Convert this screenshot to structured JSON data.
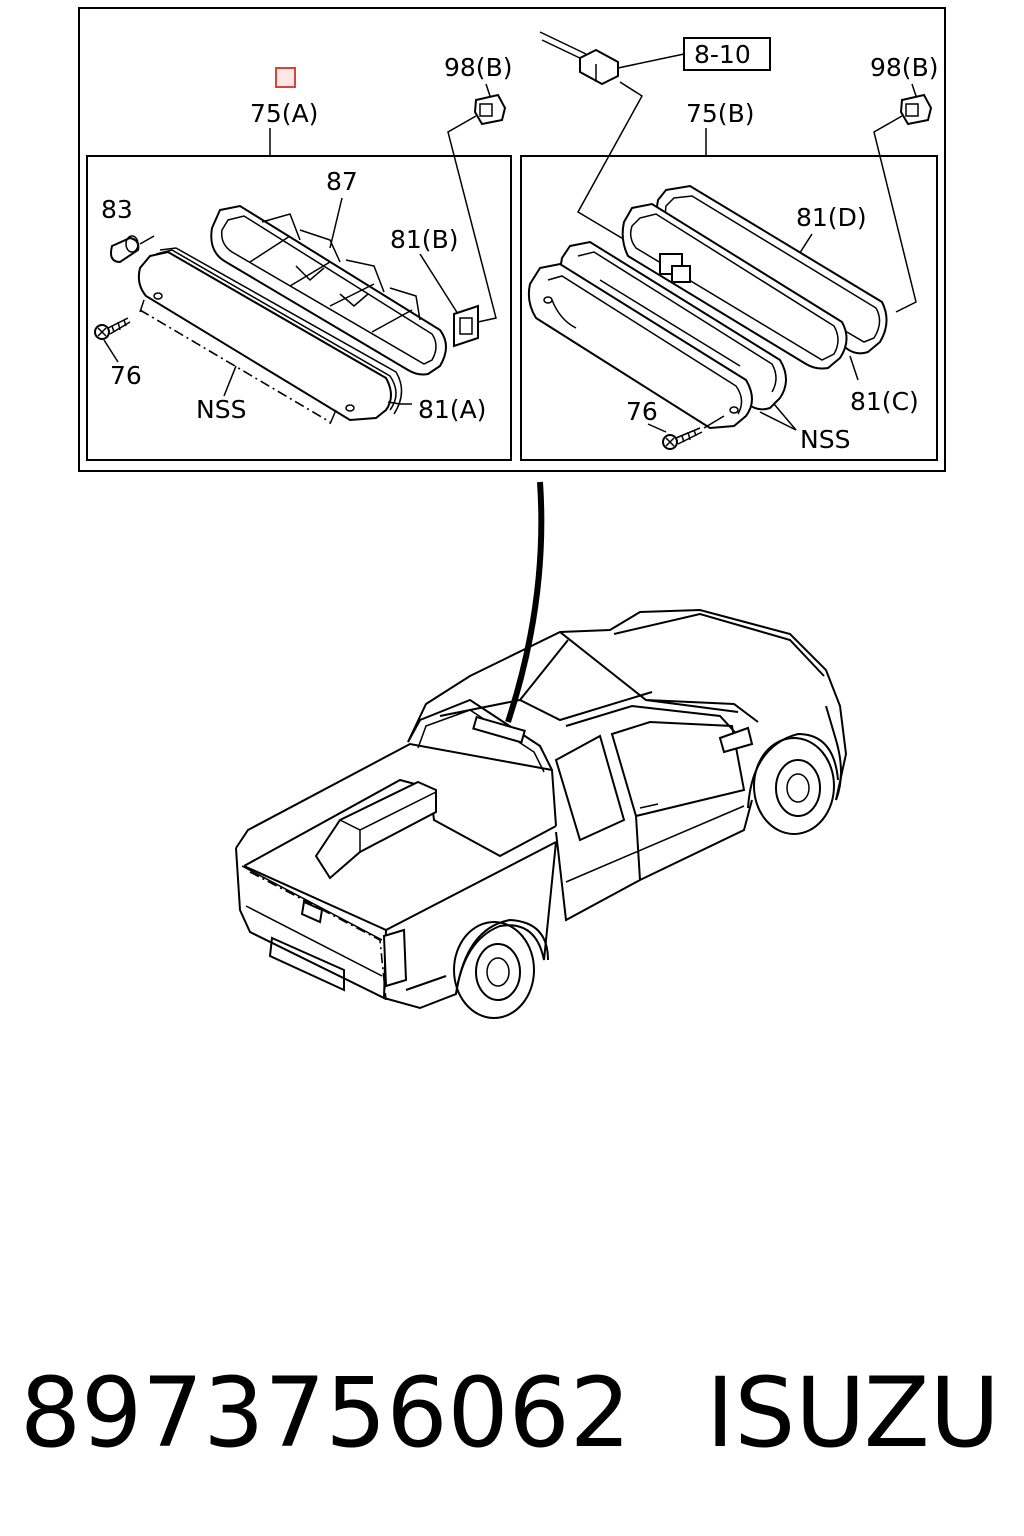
{
  "callouts": {
    "assembly_a": "75(A)",
    "assembly_b": "75(B)",
    "clip_left": "98(B)",
    "clip_right": "98(B)",
    "ref_box": "8-10",
    "bulb": "83",
    "reflector": "87",
    "gasket_b": "81(B)",
    "gasket_a": "81(A)",
    "gasket_d": "81(D)",
    "gasket_c": "81(C)",
    "screw_left": "76",
    "screw_right": "76",
    "nss_left": "NSS",
    "nss_right": "NSS"
  },
  "footer": {
    "part_number": "8973756062",
    "brand": "ISUZU"
  },
  "colors": {
    "marker": "#e0403a",
    "marker_fill": "#fde8e8",
    "ink": "#000000"
  }
}
